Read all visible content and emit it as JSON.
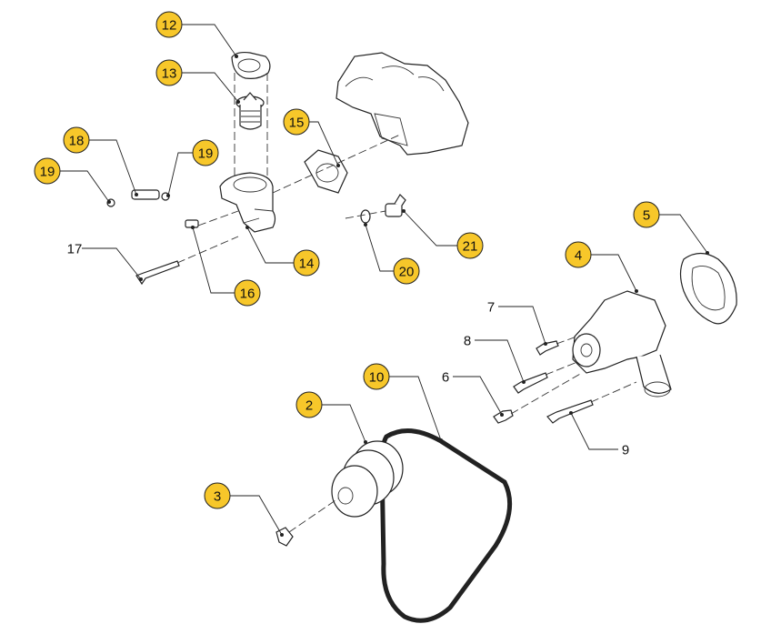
{
  "diagram": {
    "bubble_color": "#f7c72a",
    "callouts": [
      {
        "id": "12",
        "style": "bubble"
      },
      {
        "id": "13",
        "style": "bubble"
      },
      {
        "id": "15",
        "style": "bubble"
      },
      {
        "id": "18",
        "style": "bubble"
      },
      {
        "id": "19",
        "style": "bubble"
      },
      {
        "id": "19",
        "style": "bubble"
      },
      {
        "id": "5",
        "style": "bubble"
      },
      {
        "id": "21",
        "style": "bubble"
      },
      {
        "id": "4",
        "style": "bubble"
      },
      {
        "id": "14",
        "style": "bubble"
      },
      {
        "id": "20",
        "style": "bubble"
      },
      {
        "id": "16",
        "style": "bubble"
      },
      {
        "id": "17",
        "style": "text"
      },
      {
        "id": "7",
        "style": "text"
      },
      {
        "id": "8",
        "style": "text"
      },
      {
        "id": "6",
        "style": "text"
      },
      {
        "id": "9",
        "style": "text"
      },
      {
        "id": "10",
        "style": "bubble"
      },
      {
        "id": "2",
        "style": "bubble"
      },
      {
        "id": "3",
        "style": "bubble"
      }
    ]
  }
}
